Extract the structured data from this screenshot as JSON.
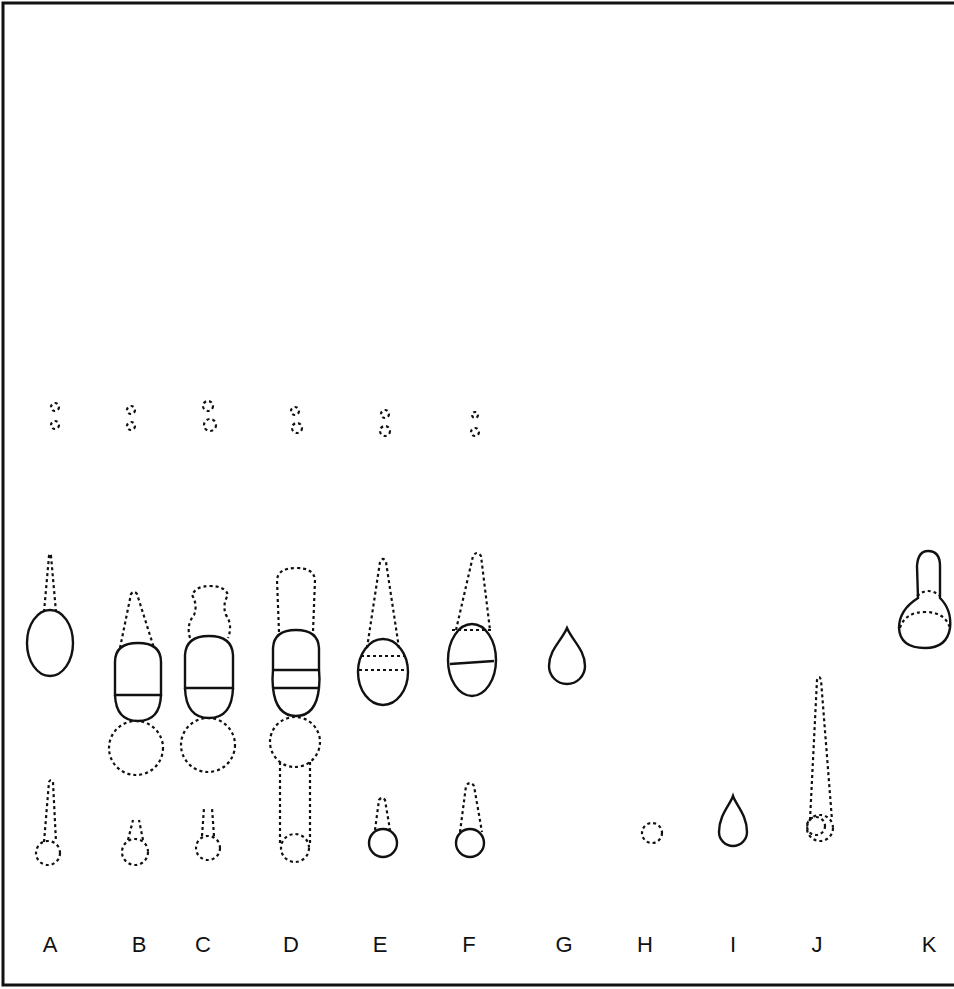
{
  "diagram": {
    "labels": [
      "A",
      "B",
      "C",
      "D",
      "E",
      "F",
      "G",
      "H",
      "I",
      "J",
      "K"
    ]
  }
}
